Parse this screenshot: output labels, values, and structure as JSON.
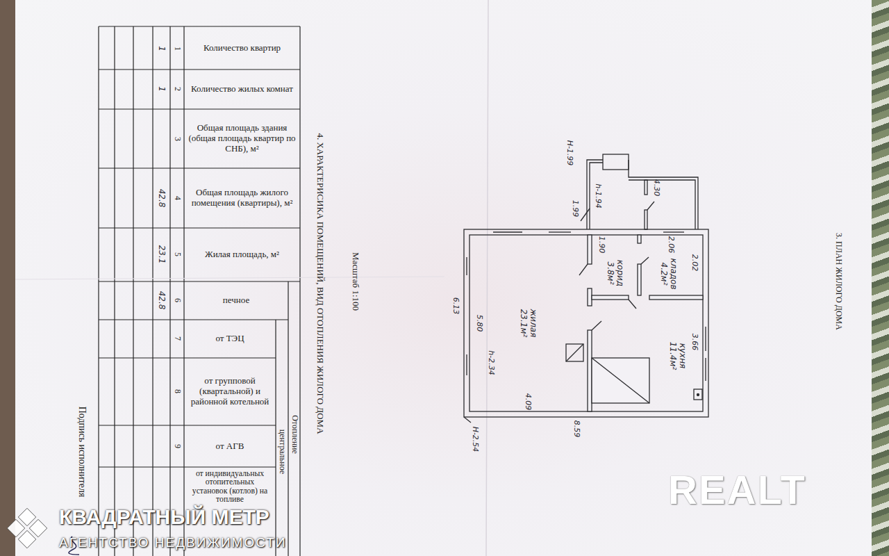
{
  "diagram": {
    "nodes": [
      {
        "text": [
          "жилая 23.1м²"
        ]
      },
      {
        "text": [
          "кухня 11.4м²"
        ]
      },
      {
        "text": [
          "корид 3.8м²"
        ]
      },
      {
        "text": [
          "кладов 4.2м²"
        ]
      }
    ],
    "labels": [
      "3. ПЛАН ЖИЛОГО ДОМА",
      "4. ХАРАКТЕРИСИКА ПОМЕЩЕНИЙ, ВИД ОТОПЛЕНИЯ ЖИЛОГО ДОМА",
      "Масштаб 1:100",
      "Количество квартир",
      "Количество жилых комнат",
      "Общая площадь здания (общая площадь квартир по СНБ), м²",
      "Общая площадь жилого помещения (квартиры), м²",
      "Жилая площадь, м²",
      "печное",
      "от ТЭЦ",
      "от групповой (квартальной) и районной котельной",
      "от АГВ",
      "от индивидуальных отопительных установок (котлов) на топливе",
      "Отопление",
      "центральное",
      "1",
      "2",
      "3",
      "4",
      "5",
      "6",
      "7",
      "8",
      "9",
      "1",
      "1",
      "42.8",
      "23.1",
      "42.8",
      "Подпись исполнителя",
      "Н-1.99",
      "1.99",
      "h-1.94",
      "4.30",
      "1.90",
      "2.06",
      "2.02",
      "3.66",
      "6.13",
      "5.80",
      "h-2.34",
      "Н-2.54",
      "4.09",
      "8.59",
      "REALT",
      "КВАДРАТНЫЙ МЕТР",
      "АГЕНТСТВО НЕДВИЖИМОСТИ"
    ]
  }
}
